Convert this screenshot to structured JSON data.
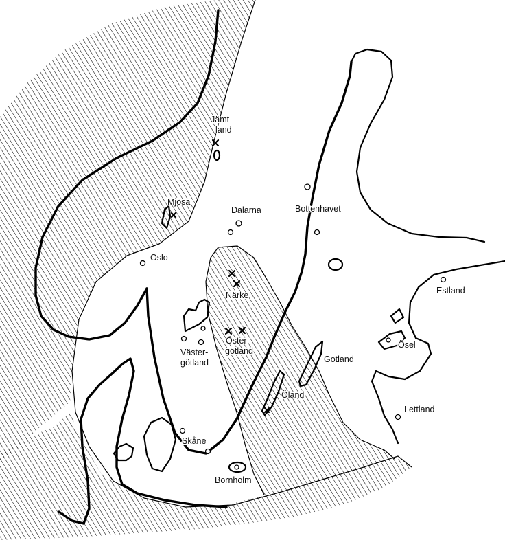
{
  "map": {
    "corner_note": [
      "",
      "",
      ""
    ],
    "labels": {
      "jamtland_1": "Jämt-",
      "jamtland_2": "land",
      "mjosa": "Mjösa",
      "dalarna": "Dalarna",
      "bottenhavet": "Bottenhavet",
      "oslo": "Oslo",
      "narke": "Närke",
      "estland": "Estland",
      "vastergotland_1": "Väster-",
      "vastergotland_2": "götland",
      "ostergotland_1": "Öster-",
      "ostergotland_2": "götland",
      "osel": "Ösel",
      "gotland": "Gotland",
      "oland": "Öland",
      "lettland": "Lettland",
      "skane": "Skåne",
      "bornholm": "Bornholm"
    }
  }
}
